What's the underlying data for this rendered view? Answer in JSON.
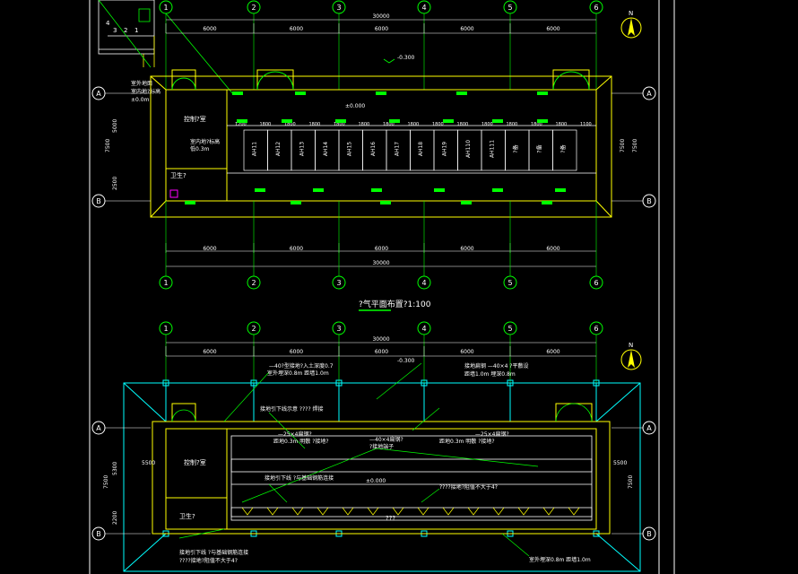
{
  "colors": {
    "background": "#000000",
    "frame": "#ffffff",
    "axis": "#00ff00",
    "dim": "#ffffff",
    "wall": "#ffff00",
    "grid_line": "#00ffff",
    "note": "#00ff00",
    "text": "#ffffff",
    "magenta": "#ff00ff"
  },
  "axes": {
    "numbers": [
      "1",
      "2",
      "3",
      "4",
      "5",
      "6"
    ],
    "letters": [
      "A",
      "B"
    ]
  },
  "plan1": {
    "top_overall": "30000",
    "bay": [
      "6000",
      "6000",
      "6000",
      "6000",
      "6000"
    ],
    "bottom_overall": "30000",
    "level_outside": "-0.300",
    "level_floor": "±0.000",
    "left_dims": [
      "5000",
      "2500"
    ],
    "left_total": "7500",
    "right_total": "7500",
    "top_spacing": [
      "1200",
      "1800",
      "1800",
      "1800",
      "1800",
      "1800",
      "1800",
      "1800",
      "1800",
      "1800",
      "1800",
      "1800",
      "1800",
      "1800",
      "1100"
    ],
    "panels": [
      "AH11",
      "AH12",
      "AH13",
      "AH14",
      "AH15",
      "AH16",
      "AH17",
      "AH18",
      "AH19",
      "AH110",
      "AH111",
      "?备",
      "?备",
      "?备"
    ],
    "room_control": "控制?室",
    "room_note1": "室内地?标高",
    "room_note2": "低0.3m",
    "toilet": "卫生?",
    "inset_notes": [
      "室外地面",
      "室内地?标高",
      "±0.0m"
    ],
    "inset_numbers": [
      "4",
      "3",
      "2",
      "1"
    ],
    "caption": "?气平面布置?1:100"
  },
  "plan2": {
    "top_overall": "30000",
    "bay": [
      "6000",
      "6000",
      "6000",
      "6000",
      "6000"
    ],
    "level_outside": "-0.300",
    "level_floor": "±0.000",
    "room_control": "控制?室",
    "toilet": "卫生?",
    "left_dims": [
      "5300",
      "2200"
    ],
    "left_total": "7500",
    "right_total": "7500",
    "side_dim": "5500",
    "mid_dim": "5500",
    "notes_top": [
      "—40?型接地?入土深度0.7",
      "室外埋深0.8m 距墙1.0m",
      "接地引下线示意 ???? 焊接"
    ],
    "notes_mid": [
      "—25×4扁钢?",
      "距地0.3m 明敷 ?接地?",
      "—40×4扁钢?",
      "?接地端子"
    ],
    "notes_bottom": [
      "接地引下线 ?与基础钢筋连接",
      "????接地?阻值不大于4?"
    ],
    "note_right": [
      "接地扁钢 —40×4 ?平敷设",
      "距墙1.0m 埋深0.8m"
    ],
    "flag": "???"
  }
}
